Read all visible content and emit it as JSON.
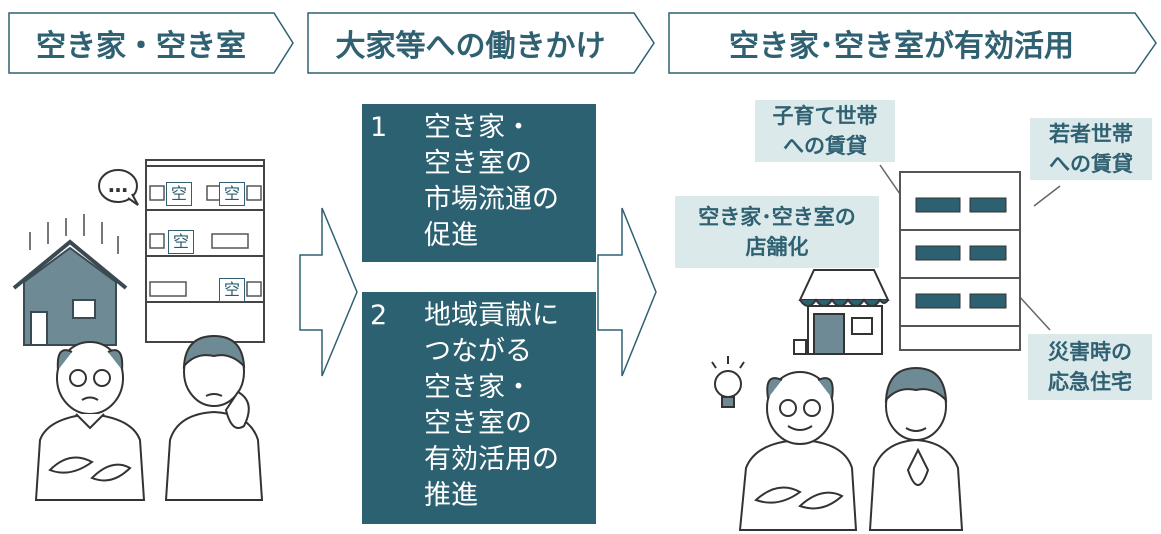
{
  "header": {
    "steps": [
      {
        "label": "空き家・空き室"
      },
      {
        "label": "大家等への働きかけ"
      },
      {
        "label": "空き家･空き室が有効活用"
      }
    ]
  },
  "actions": [
    {
      "number": "1",
      "lines": [
        "空き家・",
        "空き室の",
        "市場流通の",
        "促進"
      ]
    },
    {
      "number": "2",
      "lines": [
        "地域貢献に",
        "つながる",
        "空き家・",
        "空き室の",
        "有効活用の",
        "推進"
      ]
    }
  ],
  "left_scene": {
    "vacancy_marks": [
      "空",
      "空",
      "空",
      "空"
    ],
    "speech_bubble": "…"
  },
  "callouts": {
    "child_rearing": [
      "子育て世帯",
      "への賃貸"
    ],
    "young": [
      "若者世帯",
      "への賃貸"
    ],
    "shop": [
      "空き家･空き室の",
      "店舗化"
    ],
    "disaster": [
      "災害時の",
      "応急住宅"
    ]
  },
  "colors": {
    "teal": "#2c6171",
    "light": "#dbe9ea",
    "slate": "#6e8b95",
    "outline": "#3a4a52"
  }
}
